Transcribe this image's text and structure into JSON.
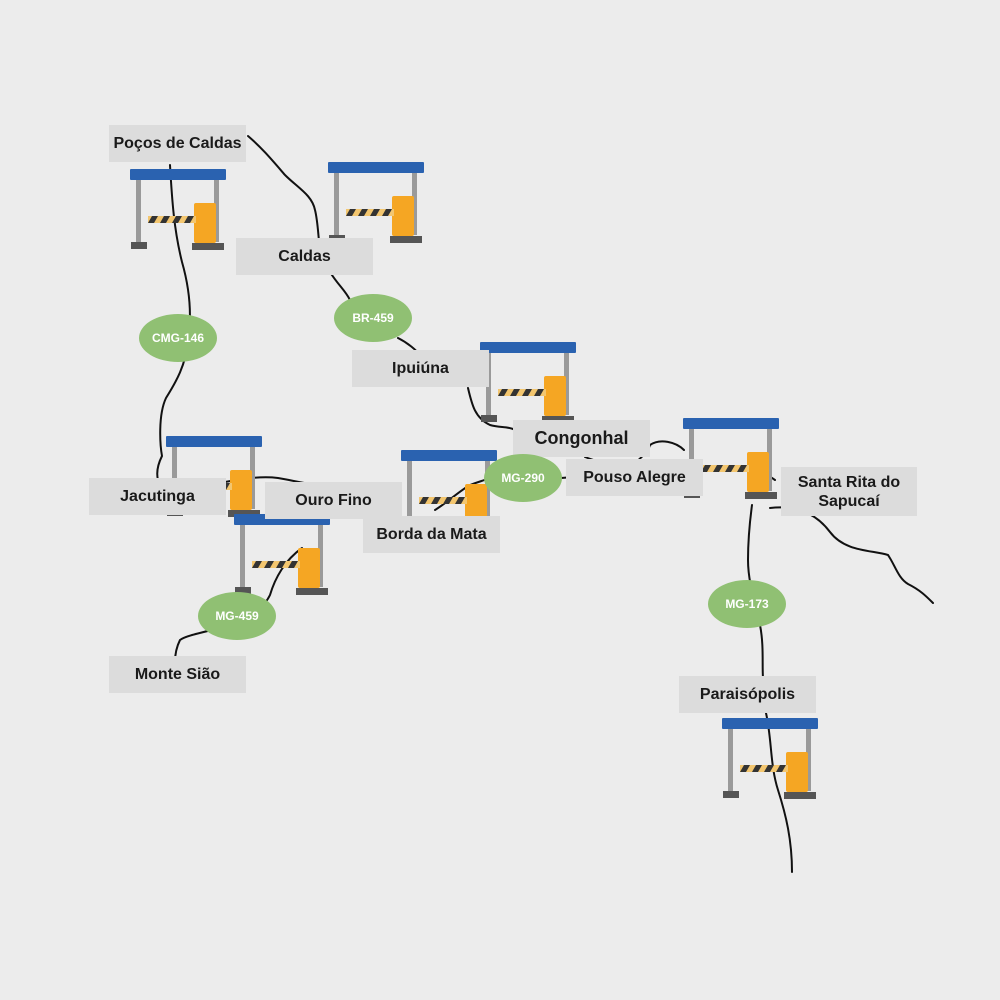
{
  "colors": {
    "background": "#ececec",
    "label_bg": "#dcdcdc",
    "road": "#111111",
    "badge": "#90c073",
    "toll_roof": "#2a62b0",
    "toll_post": "#9a9a9a",
    "toll_base": "#555555",
    "toll_booth": "#f5a623",
    "toll_bar_light": "#f3c66f",
    "toll_bar_dark": "#333333"
  },
  "cities": {
    "pocos_de_caldas": "Poços de Caldas",
    "caldas": "Caldas",
    "ipuiuna": "Ipuiúna",
    "congonhal": "Congonhal",
    "pouso_alegre": "Pouso Alegre",
    "santa_rita": "Santa Rita do\nSapucaí",
    "jacutinga": "Jacutinga",
    "ouro_fino": "Ouro Fino",
    "borda_da_mata": "Borda da Mata",
    "monte_siao": "Monte Sião",
    "paraisopolis": "Paraisópolis"
  },
  "highways": {
    "cmg146": "CMG-146",
    "br459": "BR-459",
    "mg290": "MG-290",
    "mg459": "MG-459",
    "mg173": "MG-173"
  },
  "toll_icon": "toll-gate-icon"
}
